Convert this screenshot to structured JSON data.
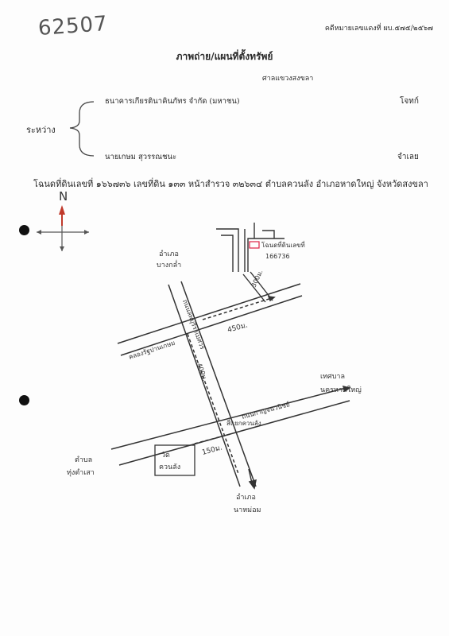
{
  "handwritten_number": "62507",
  "case_number": "คดีหมายเลขแดงที่ ผบ.๕๗๕/๒๕๖๗",
  "title": "ภาพถ่าย/แผนที่ตั้งทรัพย์",
  "court": "ศาลแขวงสงขลา",
  "between_label": "ระหว่าง",
  "plaintiff": {
    "name": "ธนาคารเกียรตินาคินภัทร จำกัด (มหาชน)",
    "role": "โจทก์"
  },
  "defendant": {
    "name": "นายเกษม สุวรรณชนะ",
    "role": "จำเลย"
  },
  "deed_line": "โฉนดที่ดินเลขที่ ๑๖๖๗๓๖ เลขที่ดิน ๑๓๓ หน้าสำรวจ ๓๒๖๓๔ ตำบลควนลัง อำเภอหาดใหญ่ จังหวัดสงขลา",
  "map": {
    "north": "N",
    "deed_box": "โฉนดที่ดินเลขที่",
    "deed_box_no": "166736",
    "to_bang_klam": "อำเภอ",
    "to_bang_klam_2": "บางกล่ำ",
    "to_hatyai_city": "เทศบาล",
    "to_hatyai_city_2": "นครหาดใหญ่",
    "to_thung_tam_sao": "ตำบล",
    "to_thung_tam_sao_2": "ทุ่งตำเสา",
    "to_na_mom": "อำเภอ",
    "to_na_mom_2": "นาหม่อม",
    "road_canal": "คลองรัฐปานเกษม",
    "road_lopburi": "ถนนลพบุรีราเมศวร์",
    "road_kanchanawanich": "ถนนกาญจนวนิชย์",
    "intersection": "สี่แยกควนลัง",
    "temple": "วัด",
    "temple_2": "ควนลัง",
    "dist_450": "450ม.",
    "dist_400": "400ม.",
    "dist_300": "300ม.",
    "dist_150": "150ม."
  }
}
